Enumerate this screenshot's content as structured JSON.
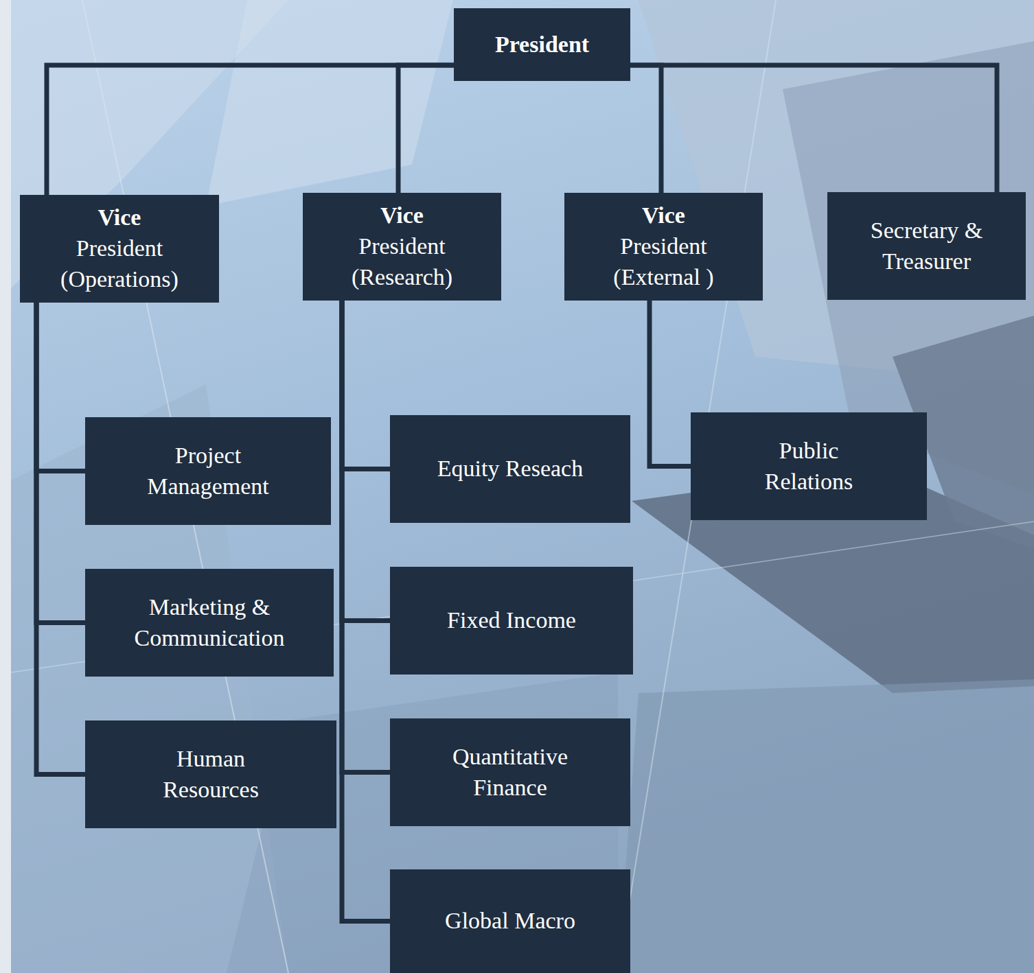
{
  "diagram": {
    "nodes": [
      {
        "text": [
          "President"
        ]
      },
      {
        "text": [
          "Vice",
          "President (Operations)"
        ]
      },
      {
        "text": [
          "Vice",
          "President (Research)"
        ]
      },
      {
        "text": [
          "Vice",
          "President (External )"
        ]
      },
      {
        "text": [
          "Secretary & Treasurer"
        ]
      },
      {
        "text": [
          "Project Management"
        ]
      },
      {
        "text": [
          "Marketing & Communication"
        ]
      },
      {
        "text": [
          "Human Resources"
        ]
      },
      {
        "text": [
          "Equity Reseach"
        ]
      },
      {
        "text": [
          "Fixed Income"
        ]
      },
      {
        "text": [
          "Quantitative Finance"
        ]
      },
      {
        "text": [
          "Global Macro"
        ]
      },
      {
        "text": [
          "Public Relations"
        ]
      }
    ],
    "edges": [
      {
        "from": 0,
        "to": 1,
        "arrow": "none"
      },
      {
        "from": 0,
        "to": 2,
        "arrow": "none"
      },
      {
        "from": 0,
        "to": 3,
        "arrow": "none"
      },
      {
        "from": 0,
        "to": 4,
        "arrow": "none"
      },
      {
        "from": 1,
        "to": 5,
        "arrow": "none"
      },
      {
        "from": 1,
        "to": 6,
        "arrow": "none"
      },
      {
        "from": 1,
        "to": 7,
        "arrow": "none"
      },
      {
        "from": 2,
        "to": 8,
        "arrow": "none"
      },
      {
        "from": 2,
        "to": 9,
        "arrow": "none"
      },
      {
        "from": 2,
        "to": 10,
        "arrow": "none"
      },
      {
        "from": 2,
        "to": 11,
        "arrow": "none"
      },
      {
        "from": 3,
        "to": 12,
        "arrow": "none"
      }
    ]
  }
}
